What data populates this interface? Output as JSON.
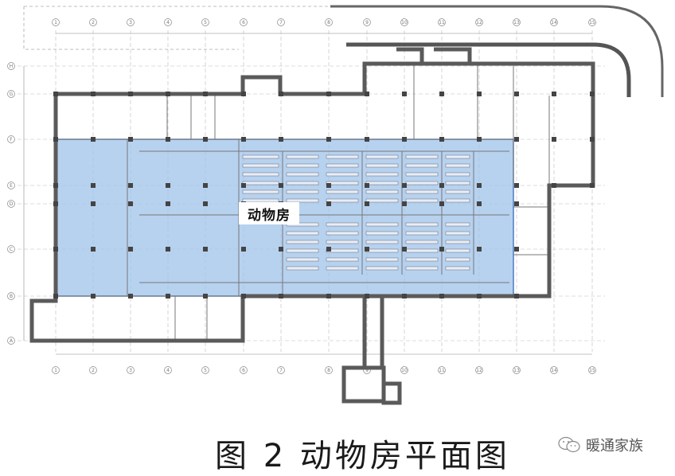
{
  "figure": {
    "caption": "图 2 动物房平面图",
    "highlight_label": "动物房",
    "highlight_color": "#9fc3ea",
    "wall_color": "#5a5a5a"
  },
  "axes": {
    "columns": [
      "1",
      "2",
      "3",
      "4",
      "5",
      "6",
      "7",
      "8",
      "9",
      "10",
      "11",
      "12",
      "13",
      "14",
      "15"
    ],
    "rows": [
      "H",
      "G",
      "F",
      "E",
      "D",
      "C",
      "B",
      "A"
    ]
  },
  "watermark": {
    "icon": "wechat-icon",
    "text": "暖通家族"
  }
}
